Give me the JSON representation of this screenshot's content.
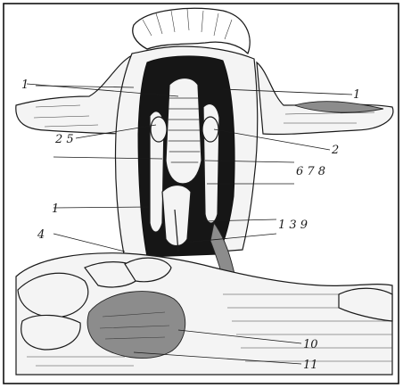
{
  "figure": {
    "labels": {
      "l1_left": "1",
      "l1_right": "1",
      "l25": "2 5",
      "l2": "2",
      "l678": "6 7 8",
      "l1_mid": "1",
      "l139": "1 3 9",
      "l4": "4",
      "l10": "10",
      "l11": "11"
    }
  }
}
